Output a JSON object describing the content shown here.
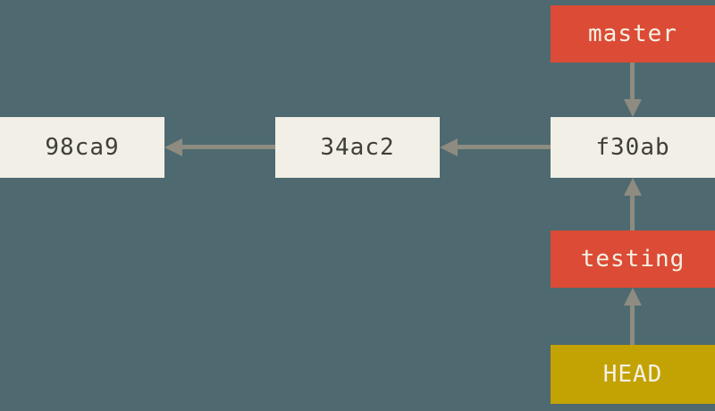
{
  "diagram": {
    "type": "git-commit-history",
    "background_color": "#4e6a70",
    "commits": [
      {
        "id": "98ca9"
      },
      {
        "id": "34ac2"
      },
      {
        "id": "f30ab"
      }
    ],
    "branches": [
      {
        "name": "master",
        "points_to": "f30ab"
      },
      {
        "name": "testing",
        "points_to": "f30ab"
      }
    ],
    "head": {
      "label": "HEAD",
      "points_to": "testing"
    },
    "colors": {
      "commit_fill": "#f1efe6",
      "commit_text": "#403e39",
      "branch_fill": "#dc4b35",
      "branch_text": "#f6f1e4",
      "head_fill": "#c3a204",
      "arrow": "#8e8b80"
    }
  }
}
